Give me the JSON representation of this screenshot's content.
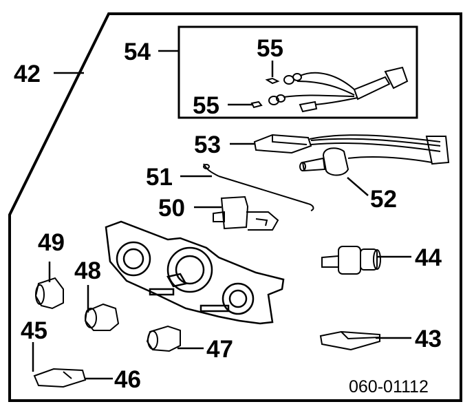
{
  "diagram": {
    "labels": {
      "42": "42",
      "43": "43",
      "44": "44",
      "45": "45",
      "46": "46",
      "47": "47",
      "48": "48",
      "49": "49",
      "50": "50",
      "51": "51",
      "52": "52",
      "53": "53",
      "54": "54",
      "55a": "55",
      "55b": "55"
    },
    "code": "060-01112"
  }
}
